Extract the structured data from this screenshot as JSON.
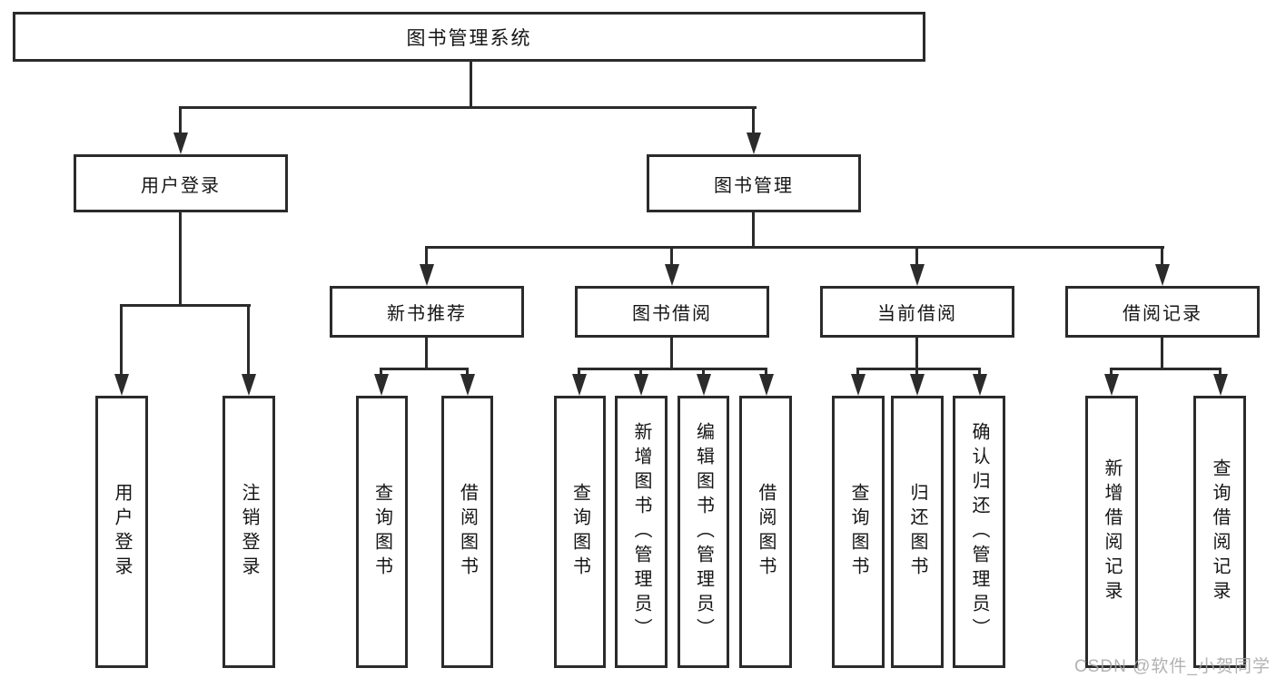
{
  "tree": {
    "label": "图书管理系统",
    "children": [
      {
        "label": "用户登录",
        "children": [
          {
            "label": "用户登录"
          },
          {
            "label": "注销登录"
          }
        ]
      },
      {
        "label": "图书管理",
        "children": [
          {
            "label": "新书推荐",
            "children": [
              {
                "label": "查询图书"
              },
              {
                "label": "借阅图书"
              }
            ]
          },
          {
            "label": "图书借阅",
            "children": [
              {
                "label": "查询图书"
              },
              {
                "label": "新增图书（管理员）"
              },
              {
                "label": "编辑图书（管理员）"
              },
              {
                "label": "借阅图书"
              }
            ]
          },
          {
            "label": "当前借阅",
            "children": [
              {
                "label": "查询图书"
              },
              {
                "label": "归还图书"
              },
              {
                "label": "确认归还（管理员）"
              }
            ]
          },
          {
            "label": "借阅记录",
            "children": [
              {
                "label": "新增借阅记录"
              },
              {
                "label": "查询借阅记录"
              }
            ]
          }
        ]
      }
    ]
  },
  "watermark": {
    "text": "CSDN @软件_小贺同学"
  },
  "colors": {
    "line": "#2b2b2b",
    "text": "#151515",
    "background": "#ffffff",
    "watermark": "#a5a5a5"
  }
}
